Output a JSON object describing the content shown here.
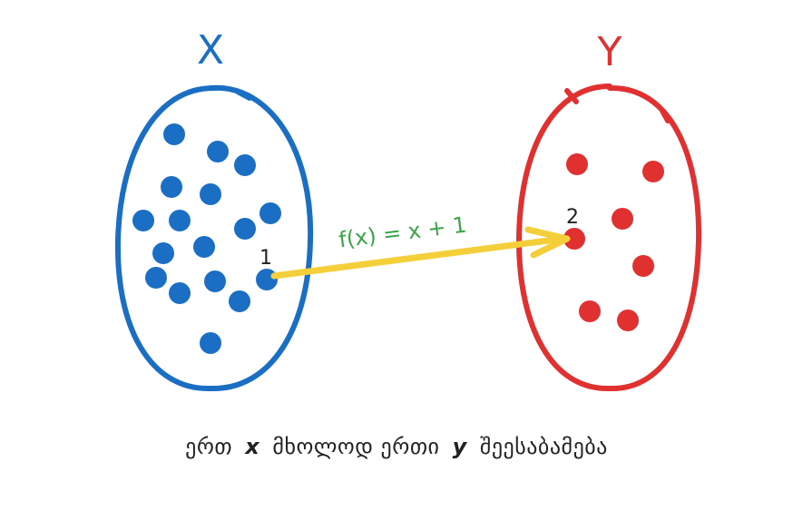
{
  "diagram": {
    "set_x": {
      "label": "X",
      "color": "#1a6fc4",
      "point_label": "1"
    },
    "set_y": {
      "label": "Y",
      "color": "#e03030",
      "point_label": "2"
    },
    "arrow": {
      "label": "f(x) = x + 1",
      "label_color": "#3aa64a",
      "color": "#f5cf3a"
    }
  },
  "caption": {
    "part1": "ერთ",
    "var_x": "x",
    "part2": "მხოლოდ ერთი",
    "var_y": "y",
    "part3": "შეესაბამება"
  }
}
